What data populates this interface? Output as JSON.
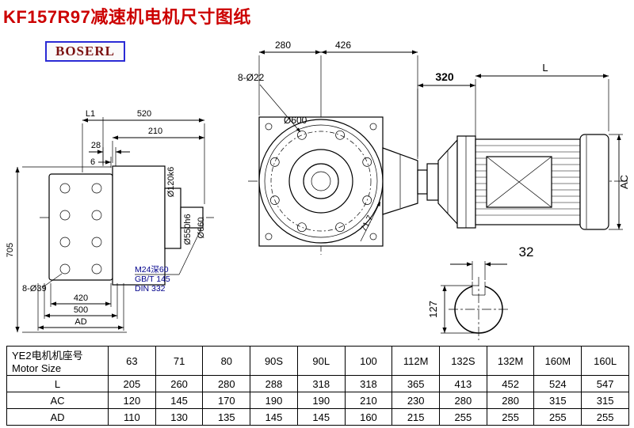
{
  "title": "KF157R97减速机电机尺寸图纸",
  "logo": "BOSERL",
  "colors": {
    "title_red": "#cc0000",
    "logo_border_blue": "#2b2bd5",
    "logo_text_maroon": "#7a1010",
    "note_blue": "#00008b",
    "line_black": "#000000"
  },
  "drawing": {
    "left_view": {
      "l1": "L1",
      "d520": "520",
      "d210": "210",
      "d28": "28",
      "d6": "6",
      "d705": "705",
      "holes": "8-Ø39",
      "d420": "420",
      "d500": "500",
      "ad": "AD",
      "shaft_dia": "Ø120k6",
      "spigot_dia": "Ø550h6",
      "flange_dia": "Ø660",
      "note1": "M24深60",
      "note2": "GB/T 145",
      "note3": "DIN 332"
    },
    "front_view": {
      "d600": "Ø600",
      "holes": "8-Ø22",
      "d280": "280",
      "d426": "426",
      "diag": "71.7"
    },
    "motor_view": {
      "d320": "320",
      "l": "L",
      "ac": "AC"
    },
    "shaft_view": {
      "d32": "32",
      "d127": "127"
    }
  },
  "table": {
    "header_cn": "YE2电机机座号",
    "header_en": "Motor Size",
    "sizes": [
      "63",
      "71",
      "80",
      "90S",
      "90L",
      "100",
      "112M",
      "132S",
      "132M",
      "160M",
      "160L"
    ],
    "rows": [
      {
        "label": "L",
        "values": [
          "205",
          "260",
          "280",
          "288",
          "318",
          "318",
          "365",
          "413",
          "452",
          "524",
          "547"
        ]
      },
      {
        "label": "AC",
        "values": [
          "120",
          "145",
          "170",
          "190",
          "190",
          "210",
          "230",
          "280",
          "280",
          "315",
          "315"
        ]
      },
      {
        "label": "AD",
        "values": [
          "110",
          "130",
          "135",
          "145",
          "145",
          "160",
          "215",
          "255",
          "255",
          "255",
          "255"
        ]
      }
    ]
  }
}
